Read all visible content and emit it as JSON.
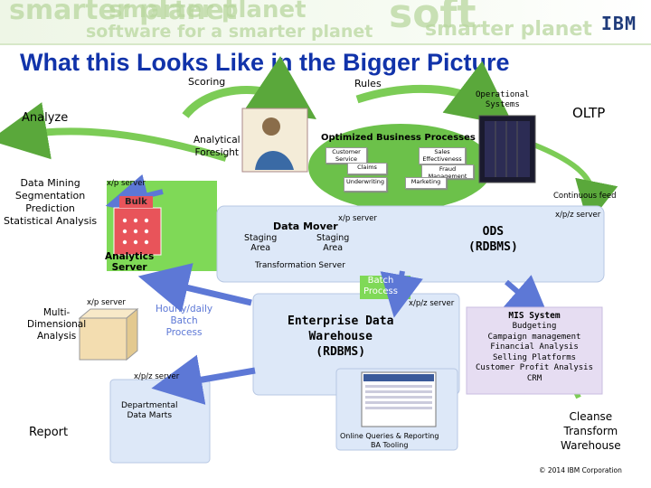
{
  "header": {
    "banner_words": [
      "smarter planet",
      "software for a smarter planet",
      "soft"
    ],
    "logo": "IBM",
    "title": "What this Looks Like in the Bigger Picture"
  },
  "labels": {
    "scoring": "Scoring",
    "rules": "Rules",
    "operational_systems": "Operational\nSystems",
    "oltp": "OLTP",
    "analyze": "Analyze",
    "analytical_foresight": "Analytical\nForesight",
    "optimized_business_processes": "Optimized Business Processes",
    "data_mining": "Data Mining\nSegmentation\nPrediction\nStatistical Analysis",
    "server_xp_1": "x/p server",
    "bulk": "Bulk",
    "analytics_server": "Analytics\nServer",
    "data_mover": "Data Mover",
    "server_xp_2": "x/p server",
    "staging_area_1": "Staging\nArea",
    "staging_area_2": "Staging\nArea",
    "transformation_server": "Transformation Server",
    "continuous_feed": "Continuous feed",
    "server_xpz_1": "x/p/z server",
    "ods": "ODS\n(RDBMS)",
    "batch_process": "Batch\nProcess",
    "server_xpz_2": "x/p/z server",
    "multi_dimensional": "Multi-\nDimensional\nAnalysis",
    "server_xp_3": "x/p server",
    "hourly_daily": "Hourly/daily\nBatch\nProcess",
    "edw": "Enterprise Data\nWarehouse\n(RDBMS)",
    "server_xpz_3": "x/p/z server",
    "departmental": "Departmental\nData Marts",
    "report": "Report",
    "online_queries": "Online Queries & Reporting\nBA Tooling",
    "cleanse": "Cleanse\nTransform\nWarehouse",
    "copyright": "© 2014 IBM Corporation"
  },
  "process_cards": [
    {
      "name": "customer-service-card",
      "label": "Customer\nService"
    },
    {
      "name": "sales-effectiveness-card",
      "label": "Sales\nEffectiveness"
    },
    {
      "name": "fraud-card",
      "label": "Fraud\nManagement"
    },
    {
      "name": "claims-card",
      "label": "Claims"
    },
    {
      "name": "underwriting-card",
      "label": "Underwriting"
    },
    {
      "name": "marketing-card",
      "label": "Marketing"
    }
  ],
  "mis": {
    "title": "MIS System",
    "items": [
      "Budgeting",
      "Campaign management",
      "Financial Analysis",
      "Selling Platforms",
      "Customer Profit Analysis",
      "CRM"
    ]
  },
  "colors": {
    "title_blue": "#1133aa",
    "green": "#7fd957",
    "panel_blue": "#dde8f8",
    "arrow_blue": "#5d78d6",
    "mis_purple": "#e6ddf2"
  }
}
